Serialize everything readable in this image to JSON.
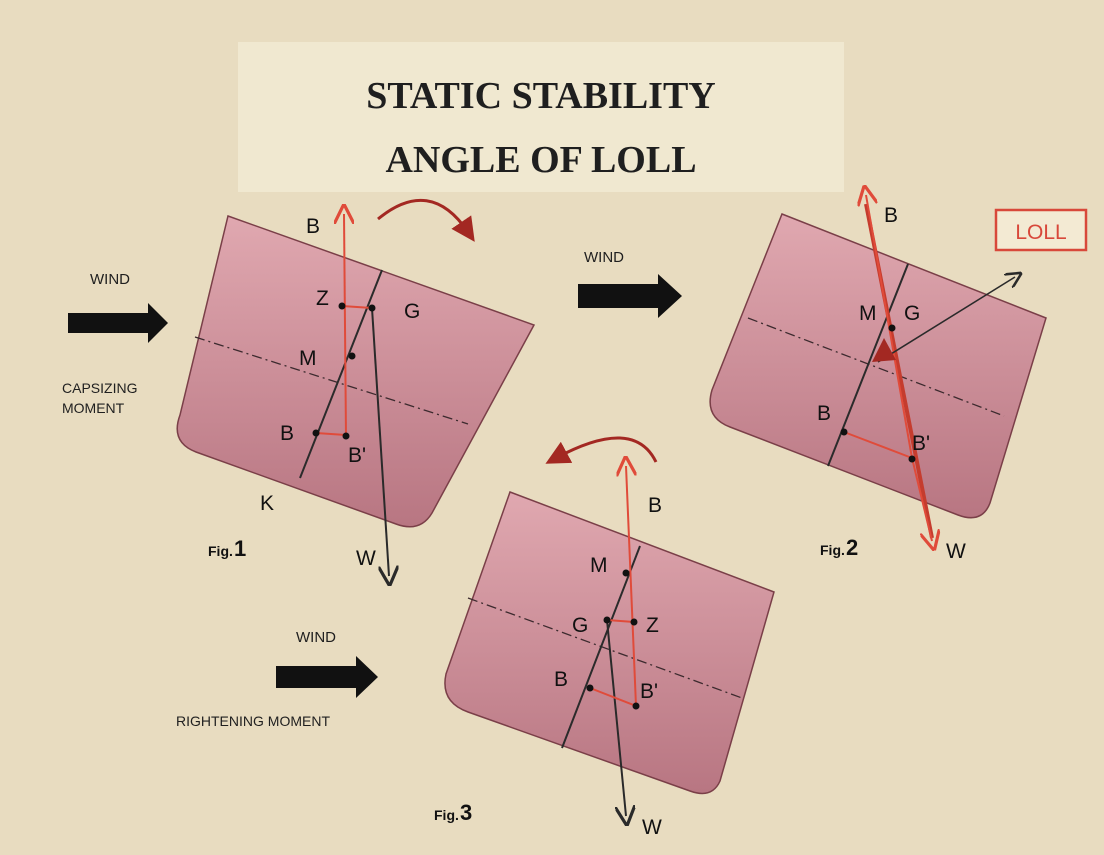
{
  "title": {
    "line1": "STATIC STABILITY",
    "line2": "ANGLE OF LOLL"
  },
  "fig1": {
    "caption_prefix": "Fig.",
    "caption_number": "1",
    "wind_label": "WIND",
    "moment_label_line1": "CAPSIZING",
    "moment_label_line2": "MOMENT",
    "labels": {
      "B_top": "B",
      "Z": "Z",
      "G": "G",
      "M": "M",
      "B": "B",
      "B_prime": "B'",
      "K": "K",
      "W": "W"
    }
  },
  "fig2": {
    "caption_prefix": "Fig.",
    "caption_number": "2",
    "wind_label": "WIND",
    "loll_tag": "LOLL",
    "labels": {
      "B_top": "B",
      "M": "M",
      "G": "G",
      "B": "B",
      "B_prime": "B'",
      "W": "W"
    }
  },
  "fig3": {
    "caption_prefix": "Fig.",
    "caption_number": "3",
    "wind_label": "WIND",
    "moment_label": "RIGHTENING MOMENT",
    "labels": {
      "B_top": "B",
      "M": "M",
      "G": "G",
      "Z": "Z",
      "B": "B",
      "B_prime": "B'",
      "W": "W"
    }
  },
  "colors": {
    "background": "#e8dcc0",
    "hull_fill": "#c98a93",
    "hull_stroke": "#7a3f48",
    "force_line_red": "#e04b3a",
    "moment_arrow": "#a32822",
    "wind_arrow": "#111111"
  }
}
